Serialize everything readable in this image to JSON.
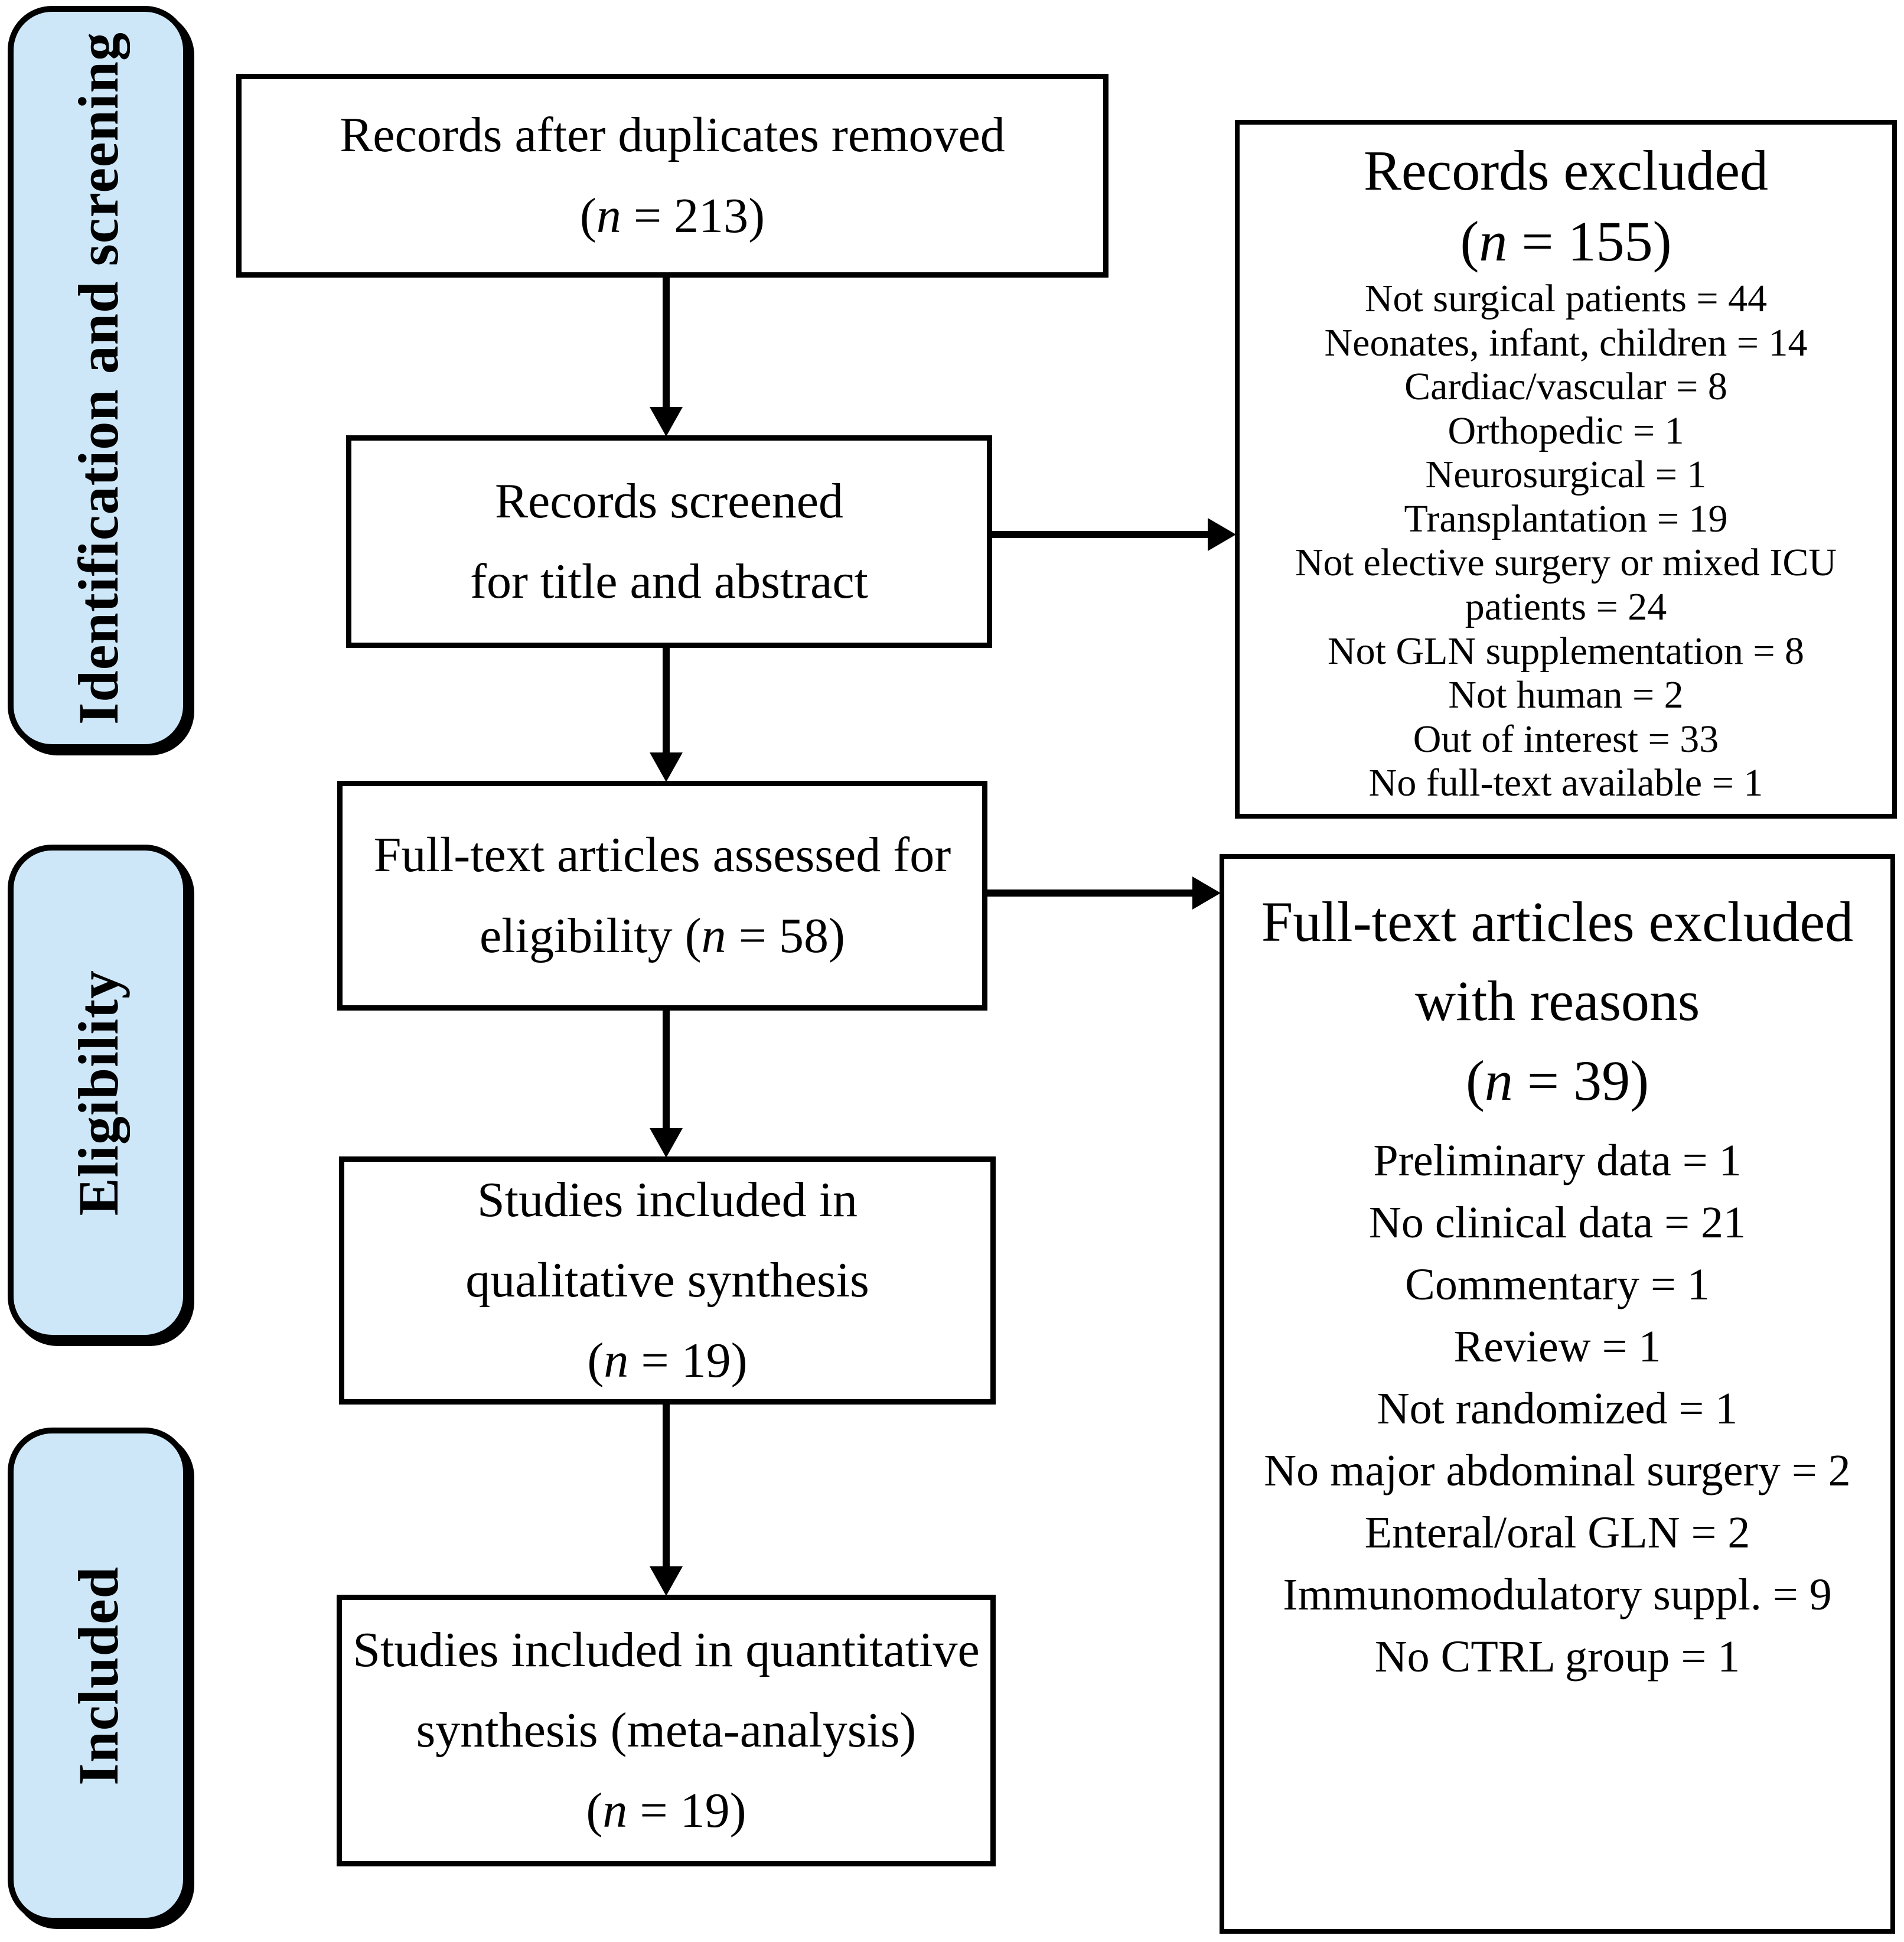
{
  "stages": [
    "Identification and screening",
    "Eligibility",
    "Included"
  ],
  "flow": {
    "box1": {
      "lines": [
        "Records after duplicates removed",
        "(n = 213)"
      ]
    },
    "box2": {
      "lines": [
        "Records screened",
        "for title and abstract"
      ]
    },
    "box3": {
      "lines": [
        "Full-text articles assessed for",
        "eligibility (n = 58)"
      ]
    },
    "box4": {
      "lines": [
        "Studies included in",
        "qualitative synthesis",
        "(n = 19)"
      ]
    },
    "box5": {
      "lines": [
        "Studies included in quantitative",
        "synthesis (meta-analysis)",
        "(n = 19)"
      ]
    }
  },
  "records_excluded": {
    "title": "Records excluded",
    "count": "(n = 155)",
    "items": [
      "Not surgical patients = 44",
      "Neonates, infant, children = 14",
      "Cardiac/vascular = 8",
      "Orthopedic = 1",
      "Neurosurgical = 1",
      "Transplantation = 19",
      "Not elective surgery or mixed ICU patients = 24",
      "Not GLN supplementation = 8",
      "Not human = 2",
      "Out of interest = 33",
      "No full-text available = 1"
    ]
  },
  "fulltext_excluded": {
    "title_line1": "Full-text articles excluded",
    "title_line2": "with reasons",
    "count": "(n = 39)",
    "items": [
      "Preliminary data = 1",
      "No clinical data = 21",
      "Commentary = 1",
      "Review = 1",
      "Not randomized = 1",
      "No major abdominal surgery = 2",
      "Enteral/oral GLN = 2",
      "Immunomodulatory suppl. = 9",
      "No CTRL group = 1"
    ]
  },
  "colors": {
    "stage_fill": "#cde7f8",
    "line": "#000000",
    "box_fill": "#ffffff"
  }
}
